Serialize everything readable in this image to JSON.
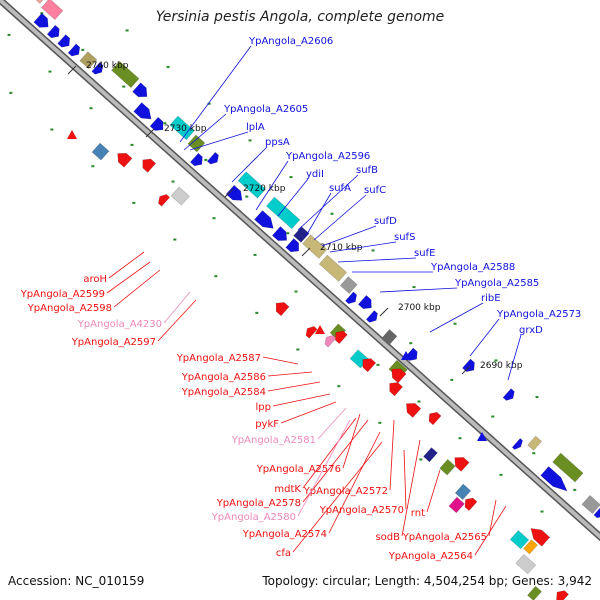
{
  "title": "Yersinia pestis Angola, complete genome",
  "footer": {
    "accession": "Accession: NC_010159",
    "topology": "Topology: circular; Length: 4,504,254 bp; Genes: 3,942"
  },
  "colors": {
    "plus_strand": "#1111dd",
    "minus_strand": "#ee1111",
    "pseudo_label": "#ee88bb",
    "backbone": "#888888"
  },
  "ticks": [
    {
      "label": "2740 kbp"
    },
    {
      "label": "2730 kbp"
    },
    {
      "label": "2720 kbp"
    },
    {
      "label": "2710 kbp"
    },
    {
      "label": "2700 kbp"
    },
    {
      "label": "2690 kbp"
    }
  ],
  "labels_plus": [
    {
      "text": "YpAngola_A2606"
    },
    {
      "text": "YpAngola_A2605"
    },
    {
      "text": "lplA"
    },
    {
      "text": "ppsA"
    },
    {
      "text": "YpAngola_A2596"
    },
    {
      "text": "ydiI"
    },
    {
      "text": "sufB"
    },
    {
      "text": "sufA"
    },
    {
      "text": "sufC"
    },
    {
      "text": "sufD"
    },
    {
      "text": "sufS"
    },
    {
      "text": "sufE"
    },
    {
      "text": "YpAngola_A2588"
    },
    {
      "text": "YpAngola_A2585"
    },
    {
      "text": "ribE"
    },
    {
      "text": "YpAngola_A2573"
    },
    {
      "text": "grxD"
    }
  ],
  "labels_minus": [
    {
      "text": "aroH",
      "pseudo": false
    },
    {
      "text": "YpAngola_A2599",
      "pseudo": false
    },
    {
      "text": "YpAngola_A2598",
      "pseudo": false
    },
    {
      "text": "YpAngola_A4230",
      "pseudo": true
    },
    {
      "text": "YpAngola_A2597",
      "pseudo": false
    },
    {
      "text": "YpAngola_A2587",
      "pseudo": false
    },
    {
      "text": "YpAngola_A2586",
      "pseudo": false
    },
    {
      "text": "YpAngola_A2584",
      "pseudo": false
    },
    {
      "text": "lpp",
      "pseudo": false
    },
    {
      "text": "pykF",
      "pseudo": false
    },
    {
      "text": "YpAngola_A2581",
      "pseudo": true
    },
    {
      "text": "YpAngola_A2576",
      "pseudo": false
    },
    {
      "text": "mdtK",
      "pseudo": false
    },
    {
      "text": "YpAngola_A2572",
      "pseudo": false
    },
    {
      "text": "YpAngola_A2578",
      "pseudo": false
    },
    {
      "text": "YpAngola_A2580",
      "pseudo": true
    },
    {
      "text": "YpAngola_A2570",
      "pseudo": false
    },
    {
      "text": "rnt",
      "pseudo": false
    },
    {
      "text": "YpAngola_A2574",
      "pseudo": false
    },
    {
      "text": "sodB",
      "pseudo": false
    },
    {
      "text": "YpAngola_A2565",
      "pseudo": false
    },
    {
      "text": "cfa",
      "pseudo": false
    },
    {
      "text": "YpAngola_A2564",
      "pseudo": false
    }
  ]
}
